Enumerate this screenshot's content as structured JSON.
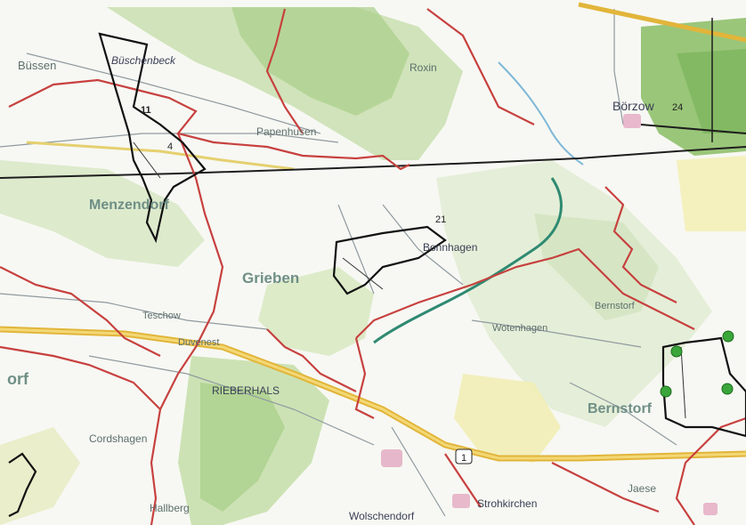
{
  "map": {
    "places": {
      "buessen": "Büssen",
      "bueschenbeck": "Büschenbeck",
      "roxin": "Roxin",
      "boerzow": "Börzow",
      "papenhusen": "Papenhusen",
      "menzendorf": "Menzendorf",
      "bonnhagen": "Bonnhagen",
      "grieben": "Grieben",
      "bernstorf_small": "Bernstorf",
      "wotenhagen": "Wotenhagen",
      "bernstorf": "Bernstorf",
      "jaese": "Jaese",
      "cordshagen": "Cordshagen",
      "hallberg": "Hallberg",
      "strohkirchen": "Strohkirchen",
      "wolschendorf": "Wolschendorf",
      "rieberhals": "RIEBERHALS",
      "orf": "orf",
      "teschow": "Teschow",
      "duvenest": "Duvenest"
    },
    "area_numbers": {
      "n11": "11",
      "n24": "24",
      "n21": "21",
      "n4": "4"
    },
    "route_marker": "1"
  }
}
